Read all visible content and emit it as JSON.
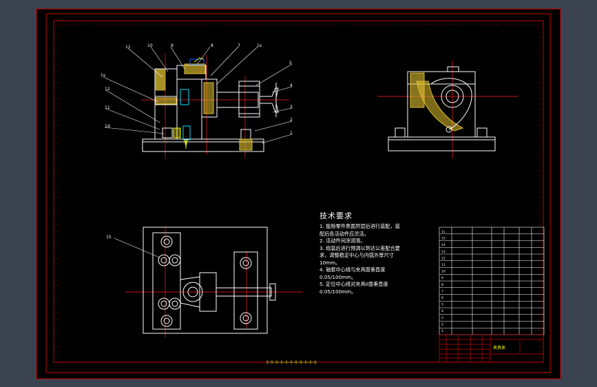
{
  "app": {
    "viewport_background": "#3b4250",
    "paper_background": "#000000",
    "frame_color": "#cc0000",
    "geometry_color": "#ffffff",
    "centerline_color": "#ff2020",
    "hatch_color": "#e0c030",
    "accent_color": "#ffff00"
  },
  "balloons": {
    "front_view": [
      "11",
      "10",
      "9",
      "8",
      "7",
      "1s",
      "5",
      "4",
      "3",
      "2",
      "1",
      "1s",
      "12",
      "11",
      "14"
    ],
    "top_view": [
      "15"
    ]
  },
  "tech_requirements": {
    "title": "技术要求",
    "lines": [
      "1. 能除零件表面异层后进行装配，装",
      "配后各活动件应灵活。",
      "2. 活动件间涂润滑。",
      "3. 组装后进行预调以到达公差配合要",
      "求，调整稳定中心与内弧外厚尺寸",
      "10mm。",
      "4. 轴套中心线与夹具面垂直度",
      "0.05/100mm。",
      "5. 定位中心线对夹具II面垂直度",
      "0.05/100mm。"
    ]
  },
  "title_block": {
    "drawing_name": "夹具体"
  },
  "parts_list": {
    "row_numbers": [
      "1s",
      "15",
      "14",
      "13",
      "12",
      "11",
      "10",
      "9",
      "8",
      "7",
      "6",
      "5",
      "4",
      "3",
      "2",
      "1"
    ]
  }
}
